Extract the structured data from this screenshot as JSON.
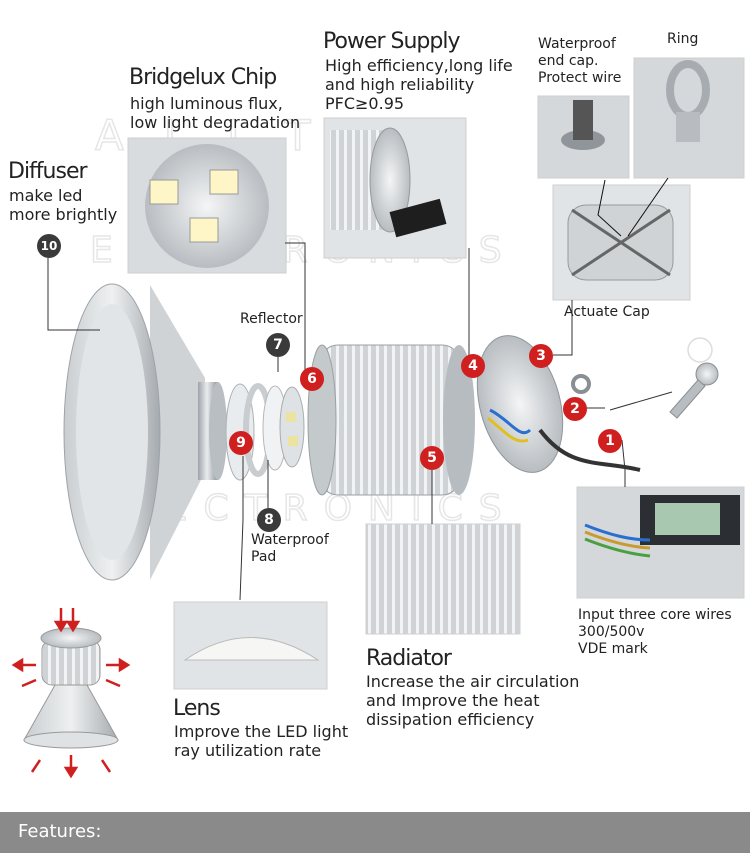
{
  "watermark": {
    "line1": "ALLTOP",
    "line2": "ELECTRONICS"
  },
  "colors": {
    "badge_red": "#d01f1f",
    "badge_dark": "#3a3a3a",
    "footer_bg": "#8a8a8a"
  },
  "callouts": {
    "power_supply": {
      "title": "Power Supply",
      "desc": "High efficiency,long life\nand high reliability\nPFC≥0.95"
    },
    "bridgelux": {
      "title": "Bridgelux Chip",
      "desc": "high luminous flux,\nlow light degradation"
    },
    "diffuser": {
      "title": "Diffuser",
      "desc": "make led\nmore brightly"
    },
    "waterproof_cap": {
      "desc": "Waterproof\nend cap.\nProtect wire"
    },
    "ring": {
      "title": "Ring"
    },
    "actuate_cap": {
      "title": "Actuate Cap"
    },
    "reflector": {
      "title": "Reflector"
    },
    "waterproof_pad": {
      "title": "Waterproof\nPad"
    },
    "lens": {
      "title": "Lens",
      "desc": "Improve the LED light\nray utilization rate"
    },
    "radiator": {
      "title": "Radiator",
      "desc": "Increase the air circulation\nand Improve the heat\ndissipation efficiency"
    },
    "input_wires": {
      "desc": "Input three core wires\n300/500v\nVDE mark"
    }
  },
  "badges": [
    "1",
    "2",
    "3",
    "4",
    "5",
    "6",
    "7",
    "8",
    "9",
    "10"
  ],
  "footer": {
    "label": "Features:"
  }
}
